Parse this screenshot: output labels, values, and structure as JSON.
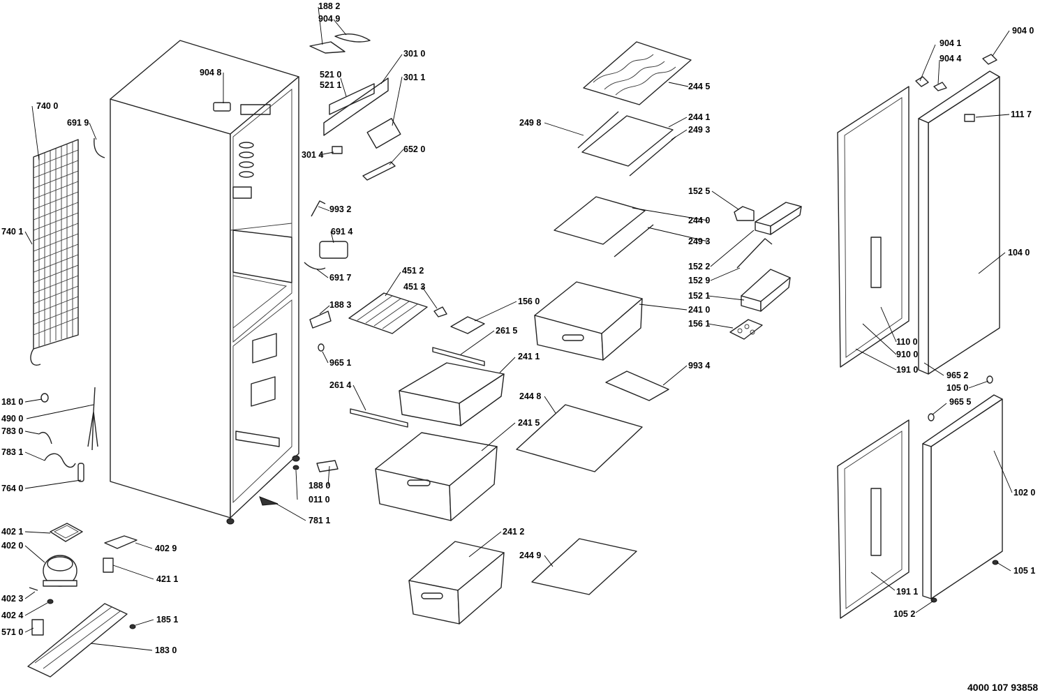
{
  "document_number": "4000 107 93858",
  "labels": {
    "l1882": "188 2",
    "l9049": "904 9",
    "l3010": "301 0",
    "l5210": "521 0",
    "l5211": "521 1",
    "l3011": "301 1",
    "l3014": "301 4",
    "l6520": "652 0",
    "l9048": "904 8",
    "l7400": "740 0",
    "l6919": "691 9",
    "l7401": "740 1",
    "l9932": "993 2",
    "l6914": "691 4",
    "l6917": "691 7",
    "l4512": "451 2",
    "l4513": "451 3",
    "l1883": "188 3",
    "l1560": "156 0",
    "l2615": "261 5",
    "l9651": "965 1",
    "l2411": "241 1",
    "l2614": "261 4",
    "l1810": "181 0",
    "l4900": "490 0",
    "l7830": "783 0",
    "l7831": "783 1",
    "l7640": "764 0",
    "l1880": "188 0",
    "l0110": "011 0",
    "l7811": "781 1",
    "l4021": "402 1",
    "l4020": "402 0",
    "l4029": "402 9",
    "l4211": "421 1",
    "l4023": "402 3",
    "l4024": "402 4",
    "l1851": "185 1",
    "l5710": "571 0",
    "l1830": "183 0",
    "l2445": "244 5",
    "l2441": "244 1",
    "l2498": "249 8",
    "l2493a": "249 3",
    "l1525": "152 5",
    "l2440": "244 0",
    "l2493b": "249 3",
    "l1522": "152 2",
    "l1529": "152 9",
    "l1521": "152 1",
    "l2410": "241 0",
    "l1561": "156 1",
    "l9934": "993 4",
    "l2448": "244 8",
    "l2415": "241 5",
    "l2412": "241 2",
    "l2449": "244 9",
    "l9041": "904 1",
    "l9044": "904 4",
    "l9040": "904 0",
    "l1117": "111 7",
    "l1040": "104 0",
    "l1100": "110 0",
    "l9100": "910 0",
    "l1910": "191 0",
    "l9652": "965 2",
    "l1050": "105 0",
    "l9655": "965 5",
    "l1020": "102 0",
    "l1051": "105 1",
    "l1911": "191 1",
    "l1052": "105 2"
  }
}
